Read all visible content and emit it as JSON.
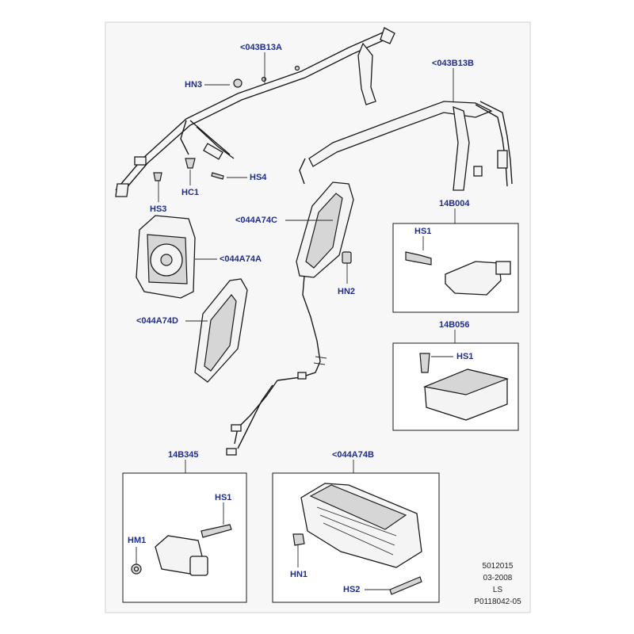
{
  "labels": {
    "b043b13a": "<043B13A",
    "b043b13b": "<043B13B",
    "hn3": "HN3",
    "hc1": "HC1",
    "hs4": "HS4",
    "hs3": "HS3",
    "b044a74c": "<044A74C",
    "b044a74a": "<044A74A",
    "hn2": "HN2",
    "b044a74d": "<044A74D",
    "p14b004": "14B004",
    "hs1_a": "HS1",
    "p14b056": "14B056",
    "hs1_b": "HS1",
    "p14b345": "14B345",
    "b044a74b": "<044A74B",
    "hs1_c": "HS1",
    "hm1": "HM1",
    "hn1": "HN1",
    "hs2": "HS2"
  },
  "footer": {
    "code": "5012015",
    "date": "03-2008",
    "initials": "LS",
    "ref": "P0118042-05"
  },
  "colors": {
    "label": "#1f2d8a",
    "frame_bg": "#f7f7f7",
    "line": "#1a1a1a"
  }
}
